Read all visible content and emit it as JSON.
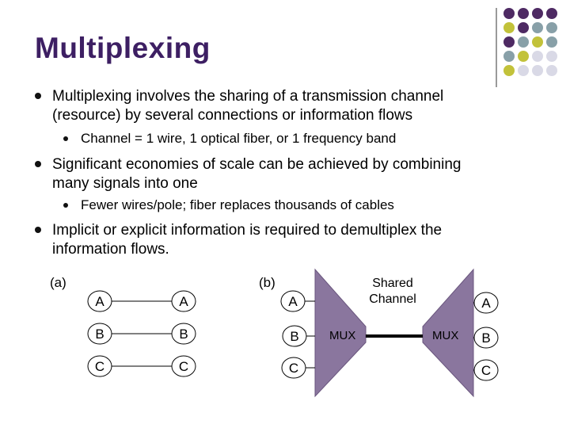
{
  "slide": {
    "title": "Multiplexing",
    "bullets": [
      {
        "line1": "Multiplexing involves the sharing of a transmission channel",
        "line2": "(resource)  by several connections or information flows",
        "sub": "Channel = 1 wire, 1 optical fiber, or 1 frequency band"
      },
      {
        "line1": "Significant economies of scale can be achieved by combining",
        "line2": "many signals into one",
        "sub": "Fewer wires/pole; fiber replaces thousands of cables"
      },
      {
        "line1": "Implicit or explicit information is required to demultiplex the",
        "line2": "information flows."
      }
    ]
  },
  "diagram_a": {
    "label": "(a)",
    "left_nodes": [
      "A",
      "B",
      "C"
    ],
    "right_nodes": [
      "A",
      "B",
      "C"
    ]
  },
  "diagram_b": {
    "label": "(b)",
    "left_nodes": [
      "A",
      "B",
      "C"
    ],
    "right_nodes": [
      "A",
      "B",
      "C"
    ],
    "mux_left": "MUX",
    "mux_right": "MUX",
    "channel_line1": "Shared",
    "channel_line2": "Channel"
  },
  "colors": {
    "title": "#3d1f63",
    "mux_fill": "#8a769e",
    "dot_purple": "#4e2a63",
    "dot_gray": "#88a0a8",
    "dot_olive": "#c2c23a",
    "dot_light": "#d9d9e6"
  }
}
